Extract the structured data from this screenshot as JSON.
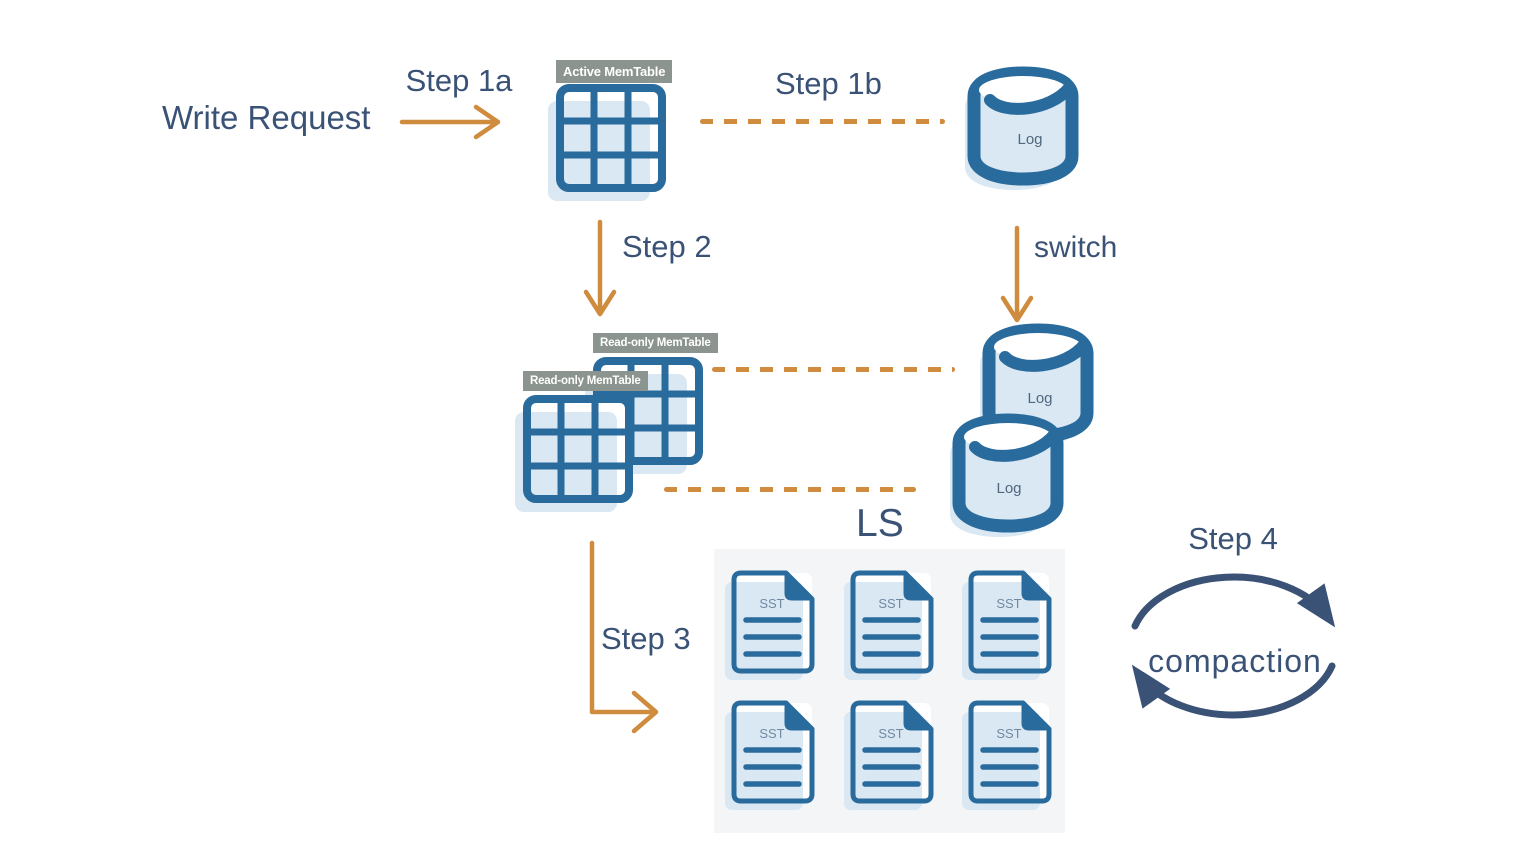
{
  "diagram_type": "lsm-tree-write-path",
  "colors": {
    "navy_text": "#3a5276",
    "orange_arrow": "#cf8c3e",
    "blue_stroke": "#2a6b9d",
    "light_blue_fill": "#d9e8f3",
    "tag_gray": "#8b948e",
    "panel_bg": "#f3f5f6"
  },
  "texts": {
    "write_request": "Write Request",
    "step_1a": "Step 1a",
    "step_1b": "Step 1b",
    "step_2": "Step 2",
    "switch": "switch",
    "step_3": "Step 3",
    "step_4": "Step 4",
    "compaction": "compaction",
    "ls": "LS"
  },
  "memtables": {
    "active": {
      "label": "Active MemTable"
    },
    "readonly_back": {
      "label": "Read-only MemTable"
    },
    "readonly_front": {
      "label": "Read-only MemTable"
    }
  },
  "logs": {
    "top": {
      "label": "Log"
    },
    "back": {
      "label": "Log"
    },
    "front": {
      "label": "Log"
    }
  },
  "sst": {
    "files": [
      {
        "label": "SST"
      },
      {
        "label": "SST"
      },
      {
        "label": "SST"
      },
      {
        "label": "SST"
      },
      {
        "label": "SST"
      },
      {
        "label": "SST"
      }
    ]
  }
}
